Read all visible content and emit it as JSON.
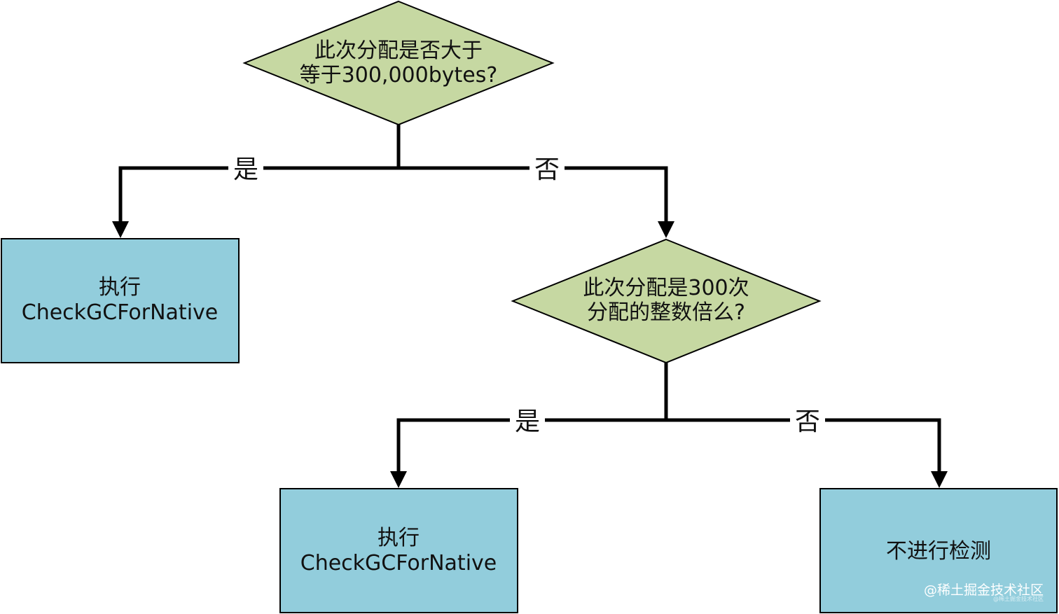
{
  "colors": {
    "decision_fill": "#c6d8a2",
    "process_fill": "#92cddc",
    "stroke": "#000000",
    "background": "#ffffff"
  },
  "nodes": {
    "decision_1": {
      "line1": "此次分配是否大于",
      "line2": "等于300,000bytes?"
    },
    "process_left": {
      "line1": "执行",
      "line2": "CheckGCForNative"
    },
    "decision_2": {
      "line1": "此次分配是300次",
      "line2": "分配的整数倍么?"
    },
    "process_middle": {
      "line1": "执行",
      "line2": "CheckGCForNative"
    },
    "process_right": {
      "label": "不进行检测"
    }
  },
  "edges": {
    "d1_yes": "是",
    "d1_no": "否",
    "d2_yes": "是",
    "d2_no": "否"
  },
  "watermark": {
    "text": "@稀土掘金技术社区",
    "subtext": "@稀土掘金技术社区"
  }
}
